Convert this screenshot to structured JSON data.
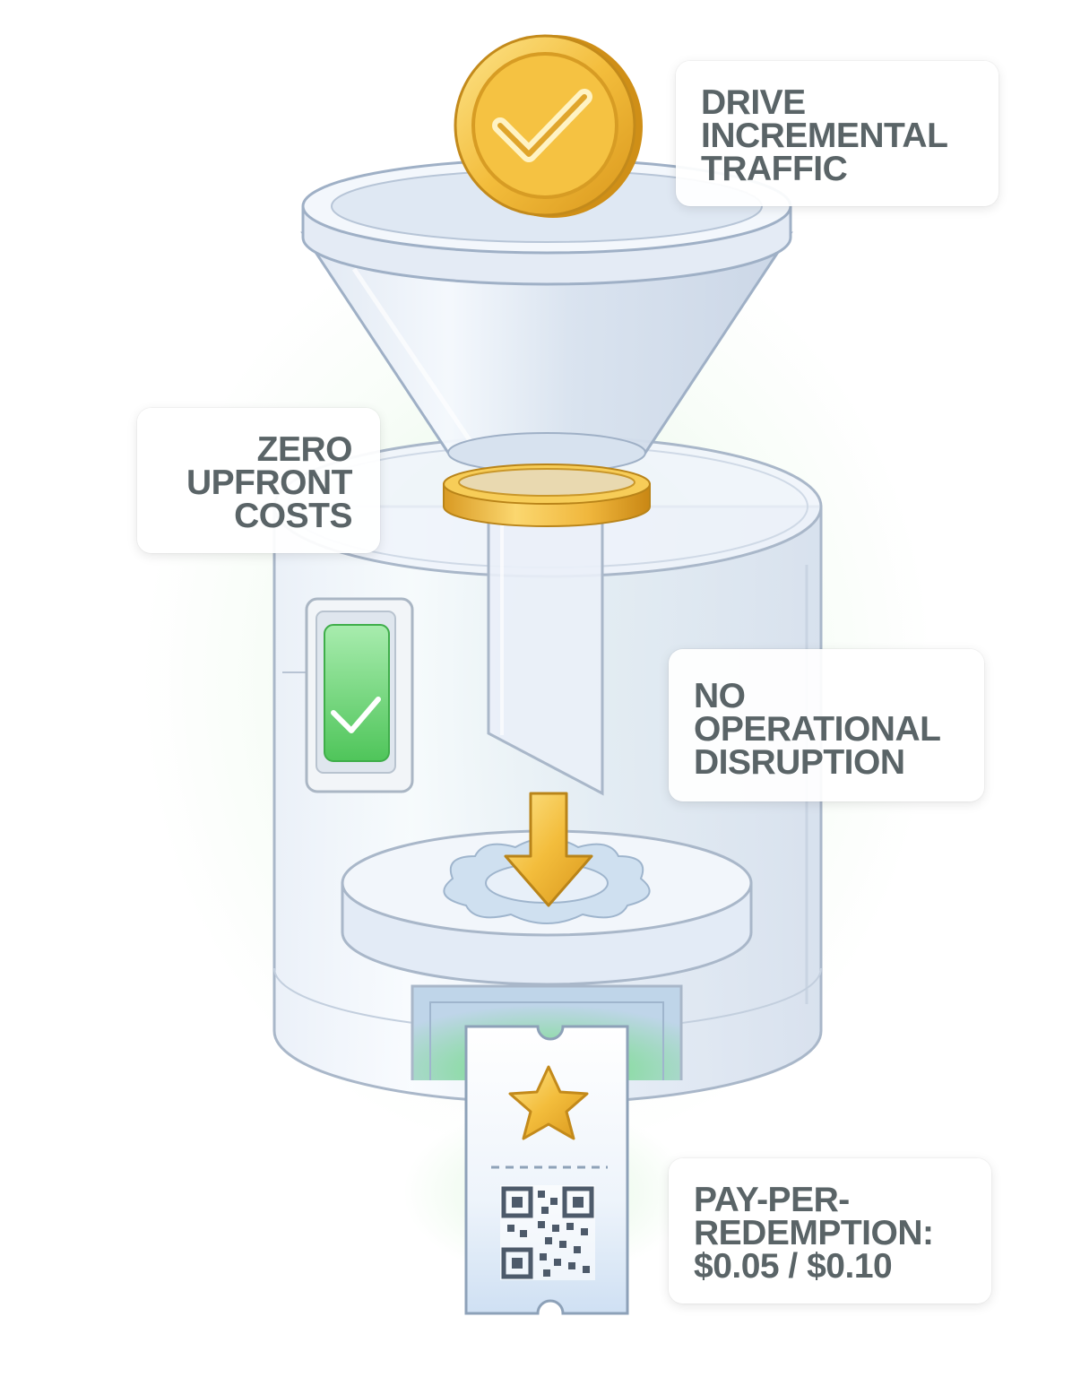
{
  "callouts": {
    "drive": {
      "lines": [
        "DRIVE",
        "INCREMENTAL",
        "TRAFFIC"
      ]
    },
    "zero": {
      "lines": [
        "ZERO",
        "UPFRONT",
        "COSTS"
      ]
    },
    "noop": {
      "lines": [
        "NO",
        "OPERATIONAL",
        "DISRUPTION"
      ]
    },
    "pay": {
      "lines": [
        "PAY-PER-",
        "REDEMPTION:",
        "$0.05 / $0.10"
      ]
    }
  },
  "icons": {
    "coin": "checkmark-coin-icon",
    "device": "green-check-screen-icon",
    "arrow": "down-arrow-icon",
    "ticket": "star-qr-ticket-icon"
  },
  "colors": {
    "gold": "#f2b631",
    "gold_dark": "#d69a1e",
    "glass": "#e6eef8",
    "glass_edge": "#9fb0c6",
    "text": "#5a6467",
    "green": "#6cd36a"
  }
}
